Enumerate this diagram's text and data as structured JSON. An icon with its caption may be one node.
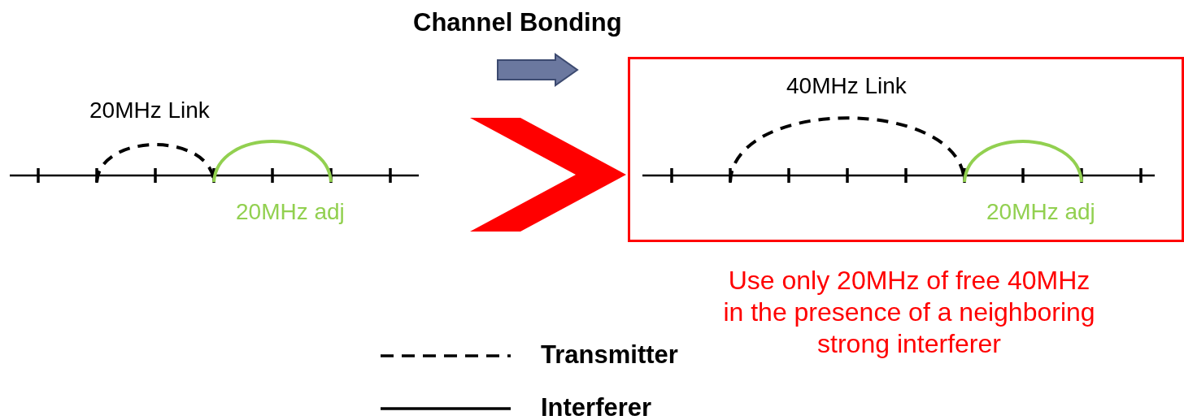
{
  "diagram": {
    "nodes": [
      {
        "text": [
          "20MHz Link",
          "20MHz adj"
        ]
      },
      {
        "text": [
          "40MHz Link",
          "20MHz adj"
        ]
      }
    ],
    "edges": [
      {
        "from": 0,
        "to": 1,
        "arrow": "to",
        "style": "thick",
        "color": "#ff0000"
      }
    ],
    "labels": [
      "Channel Bonding",
      "Use only 20MHz of free 40MHz in the presence of a neighboring strong interferer"
    ],
    "legend": [
      {
        "text": "Transmitter"
      },
      {
        "text": "Interferer"
      }
    ]
  }
}
